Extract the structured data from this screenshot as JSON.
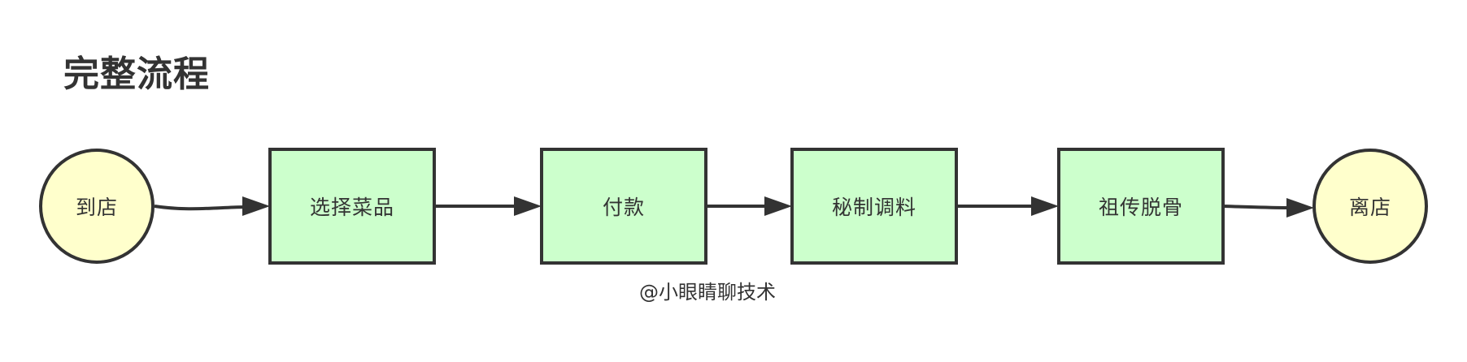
{
  "title": "完整流程",
  "watermark": "@小眼睛聊技术",
  "colors": {
    "stroke": "#333333",
    "circle_fill": "#FFFFCC",
    "box_fill": "#CCFFCC",
    "text": "#333333"
  },
  "nodes": [
    {
      "id": "start",
      "shape": "circle",
      "label": "到店"
    },
    {
      "id": "step1",
      "shape": "rect",
      "label": "选择菜品"
    },
    {
      "id": "step2",
      "shape": "rect",
      "label": "付款"
    },
    {
      "id": "step3",
      "shape": "rect",
      "label": "秘制调料"
    },
    {
      "id": "step4",
      "shape": "rect",
      "label": "祖传脱骨"
    },
    {
      "id": "end",
      "shape": "circle",
      "label": "离店"
    }
  ],
  "edges": [
    {
      "from": "start",
      "to": "step1"
    },
    {
      "from": "step1",
      "to": "step2"
    },
    {
      "from": "step2",
      "to": "step3"
    },
    {
      "from": "step3",
      "to": "step4"
    },
    {
      "from": "step4",
      "to": "end"
    }
  ]
}
